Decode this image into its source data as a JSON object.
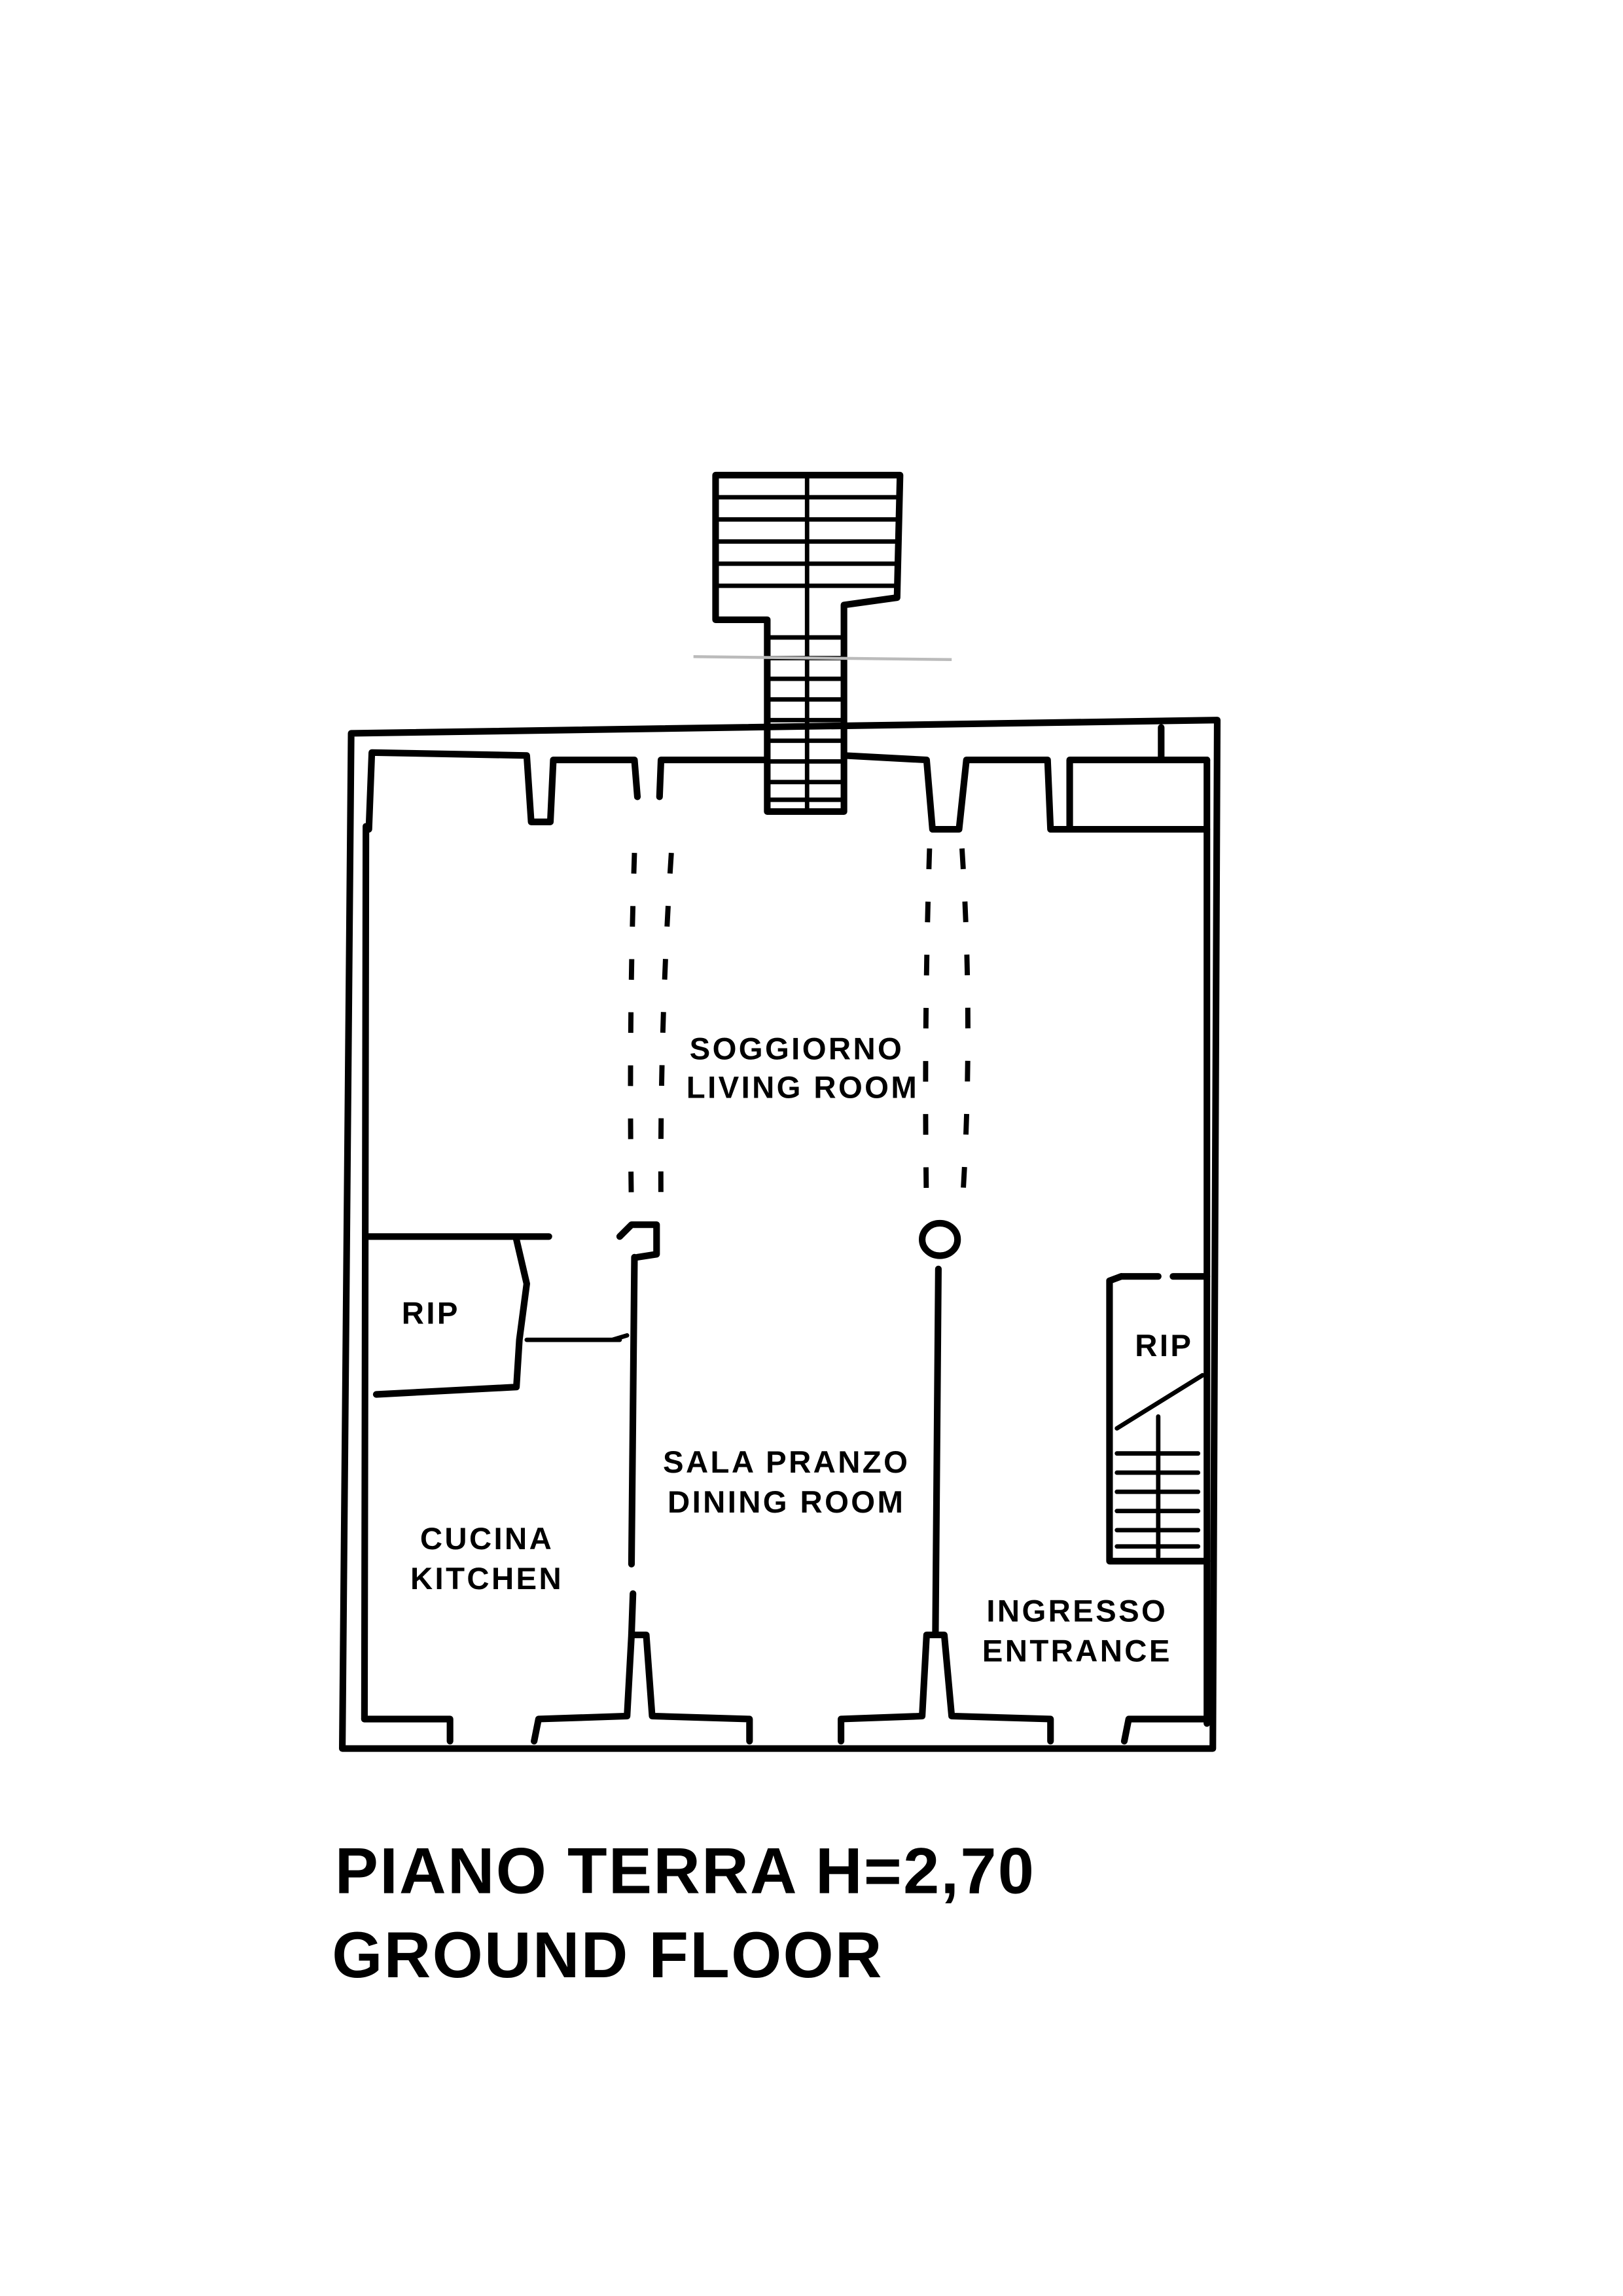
{
  "rooms": {
    "living": {
      "it": "SOGGIORNO",
      "en": "LIVING ROOM"
    },
    "dining": {
      "it": "SALA PRANZO",
      "en": "DINING ROOM"
    },
    "kitchen": {
      "it": "CUCINA",
      "en": "KITCHEN"
    },
    "entrance": {
      "it": "INGRESSO",
      "en": "ENTRANCE"
    },
    "storage_left": "RIP",
    "storage_right": "RIP"
  },
  "title": {
    "line1": "PIANO TERRA H=2,70",
    "line2": "GROUND FLOOR"
  }
}
